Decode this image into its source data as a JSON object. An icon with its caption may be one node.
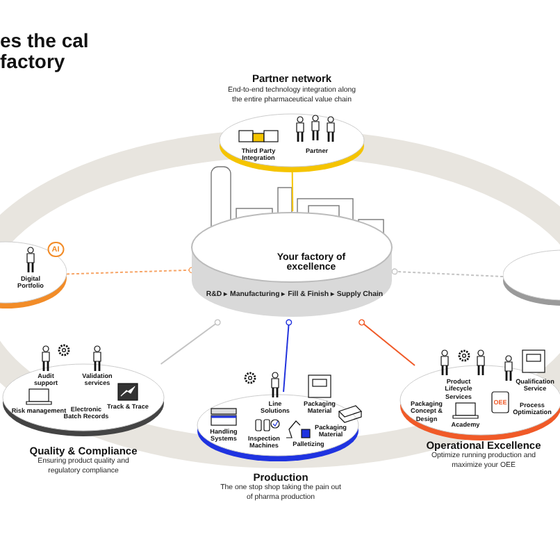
{
  "diagram": {
    "title": "es the cal factory",
    "nodes": [
      {
        "text": [
          "Partner network",
          "End-to-end technology integration along the entire pharmaceutical value chain"
        ]
      },
      {
        "text": [
          "Your factory of excellence",
          "R&D ▸ Manufacturing ▸ Fill & Finish ▸ Supply Chain"
        ]
      },
      {
        "text": [
          "Digital Portfolio"
        ]
      },
      {
        "text": [],
        "shape": "ellipse"
      },
      {
        "text": [
          "Quality & Compliance",
          "Ensuring product quality and regulatory compliance"
        ]
      },
      {
        "text": [
          "Production",
          "The one stop shop taking the pain out of pharma production"
        ]
      },
      {
        "text": [
          "Operational Excellence",
          "Optimize running production and maximize your OEE"
        ]
      }
    ],
    "edges": [
      {
        "from": 0,
        "to": 1,
        "arrow": "none",
        "color": "#f5c400"
      },
      {
        "from": 2,
        "to": 1,
        "arrow": "other",
        "style": "dashed",
        "color": "#f7a567"
      },
      {
        "from": 3,
        "to": 1,
        "arrow": "other",
        "style": "dashed",
        "color": "#c4c4c4"
      },
      {
        "from": 4,
        "to": 1,
        "arrow": "other",
        "color": "#c4c4c4"
      },
      {
        "from": 5,
        "to": 1,
        "arrow": "other",
        "color": "#2233dd"
      },
      {
        "from": 6,
        "to": 1,
        "arrow": "other",
        "color": "#f05a28"
      }
    ],
    "labels": [
      "Third Party Integration",
      "Partner",
      "AI",
      "Audit support",
      "Validation services",
      "Risk management",
      "Electronic Batch Records",
      "Track & Trace",
      "Line Solutions",
      "Packaging Material",
      "Handling Systems",
      "Inspection Machines",
      "Palletizing",
      "Packaging Material",
      "Product Lifecycle Services",
      "Qualification Service",
      "Packaging Concept & Design",
      "Academy",
      "Process Optimization",
      "OEE"
    ]
  }
}
